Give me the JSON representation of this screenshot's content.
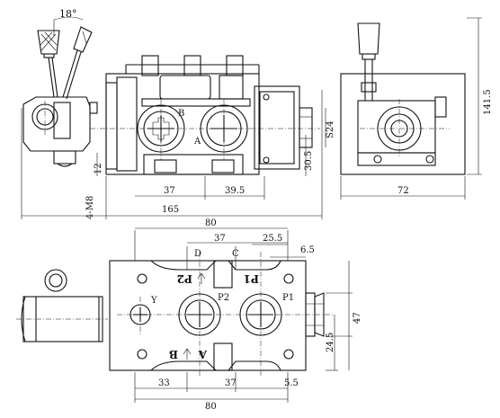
{
  "dims": {
    "angle": "18°",
    "d165": "165",
    "d37a": "37",
    "d39_5": "39.5",
    "d4m8": "4-M8",
    "d12": "12",
    "d30_5": "30.5",
    "dS24": "S24",
    "d72": "72",
    "d141_5": "141.5",
    "d80top": "80",
    "d37top": "37",
    "d25_5": "25.5",
    "d6_5": "6.5",
    "d47": "47",
    "d24_5": "24.5",
    "d33": "33",
    "d37bot": "37",
    "d5_5": "5.5",
    "d80bot": "80"
  },
  "labels": {
    "B": "B",
    "A": "A",
    "D": "D",
    "C": "C",
    "Y": "Y",
    "P2": "P2",
    "P1": "P1",
    "P2port": "P2",
    "P1port": "P1",
    "Aport": "A",
    "Bport": "B"
  },
  "colors": {
    "line": "#111111",
    "paper": "#ffffff"
  }
}
